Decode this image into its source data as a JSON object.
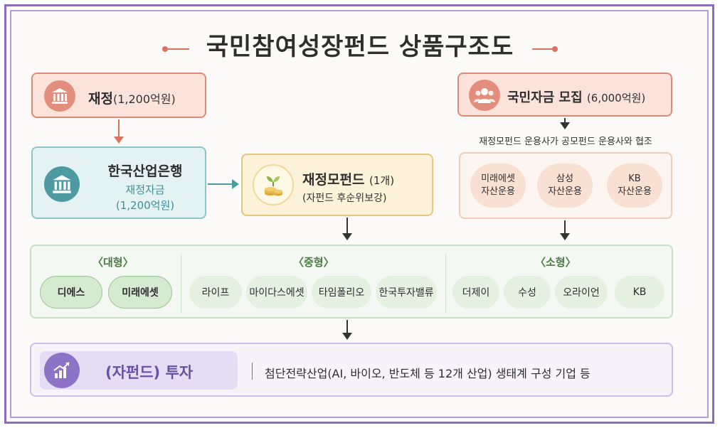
{
  "title": "국민참여성장펀드 상품구조도",
  "fiscal": {
    "label": "재정",
    "amount": "(1,200억원)",
    "icon": "bank-building-icon"
  },
  "kdb": {
    "name": "한국산업은행",
    "sub1": "재정자금",
    "sub2": "(1,200억원)",
    "icon": "bank-building-icon"
  },
  "mother_fund": {
    "name": "재정모펀드",
    "count": "(1개)",
    "sub": "(자펀드 후순위보강)",
    "icon": "plant-coins-icon"
  },
  "recruit": {
    "label": "국민자금 모집",
    "amount": "(6,000억원)",
    "icon": "people-group-icon"
  },
  "coop_text": "재정모펀드 운용사가 공모펀드 운용사와 협조",
  "managers": [
    "미래에셋\n자산운용",
    "삼성\n자산운용",
    "KB\n자산운용"
  ],
  "fund_groups": [
    {
      "title": "〈대형〉",
      "items": [
        "디에스",
        "미래에셋"
      ]
    },
    {
      "title": "〈중형〉",
      "items": [
        "라이프",
        "마이다스에셋",
        "타임폴리오",
        "한국투자밸류"
      ]
    },
    {
      "title": "〈소형〉",
      "items": [
        "더제이",
        "수성",
        "오라이언",
        "KB"
      ]
    }
  ],
  "invest": {
    "label": "(자펀드) 투자",
    "description": "첨단전략산업(AI, 바이오, 반도체 등 12개 산업) 생태계 구성 기업 등",
    "icon": "growth-chart-icon"
  },
  "colors": {
    "accent_red": "#d9755f",
    "teal": "#4e9aa2",
    "gold": "#e6c777",
    "green": "#9cc795",
    "purple": "#8d72c6"
  }
}
